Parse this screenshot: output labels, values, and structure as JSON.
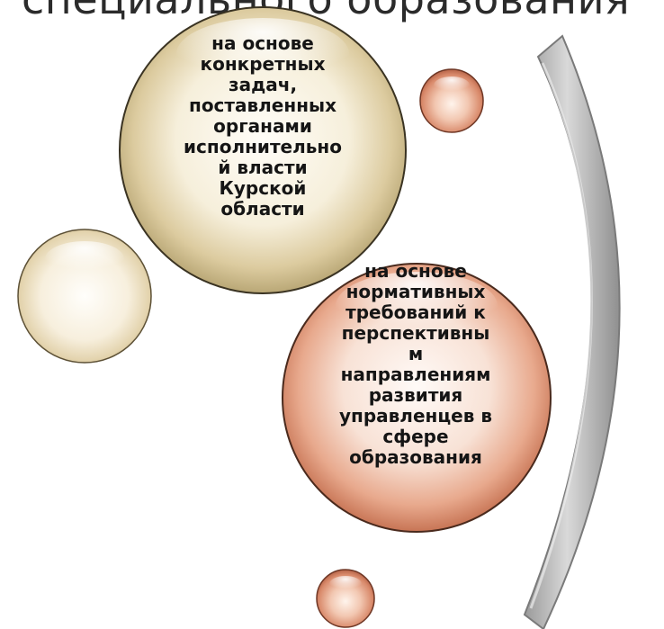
{
  "title": "специального образования",
  "circles": [
    {
      "text": "на основе\nконкретных\nзадач,\nпоставленных\nорганами\nисполнительно\nй власти\nКурской\nобласти"
    },
    {
      "text": "на основе\nнормативных\nтребований к\nперспективны\nм\nнаправлениям\nразвития\nуправленцев в\nсфере\nобразования"
    }
  ],
  "colors": {
    "big_circle_1": "#d9c79a",
    "big_circle_2": "#e4a285",
    "small_circles": "#e7a98d",
    "cream_circle": "#efe3c8",
    "arc": "#aaaaaa"
  }
}
